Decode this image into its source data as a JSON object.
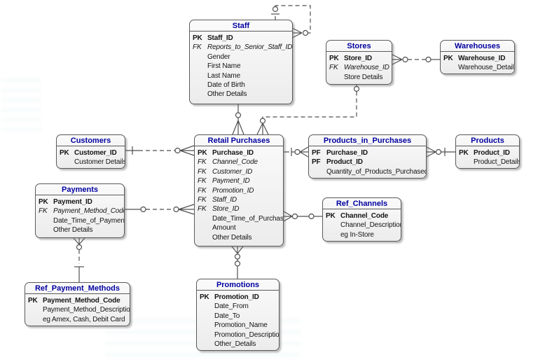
{
  "diagram": {
    "kind": "entity-relationship-diagram",
    "colors": {
      "entity_title": "#0000A0",
      "entity_border": "#5a5a5a",
      "entity_fill": "#f0f0f0",
      "relationship_line": "#4f4f4f",
      "background": "#ffffff"
    }
  },
  "entities": [
    {
      "id": "staff",
      "title": "Staff",
      "rows": [
        {
          "key": "PK",
          "name": "Staff_ID",
          "style": "pk"
        },
        {
          "key": "FK",
          "name": "Reports_to_Senior_Staff_ID",
          "style": "fk"
        },
        {
          "key": "",
          "name": "Gender",
          "style": "plain"
        },
        {
          "key": "",
          "name": "First Name",
          "style": "plain"
        },
        {
          "key": "",
          "name": "Last Name",
          "style": "plain"
        },
        {
          "key": "",
          "name": "Date of Birth",
          "style": "plain"
        },
        {
          "key": "",
          "name": "Other Details",
          "style": "plain"
        }
      ]
    },
    {
      "id": "stores",
      "title": "Stores",
      "rows": [
        {
          "key": "PK",
          "name": "Store_ID",
          "style": "pk"
        },
        {
          "key": "FK",
          "name": "Warehouse_ID",
          "style": "fk"
        },
        {
          "key": "",
          "name": "Store Details",
          "style": "plain"
        }
      ]
    },
    {
      "id": "warehouses",
      "title": "Warehouses",
      "rows": [
        {
          "key": "PK",
          "name": "Warehouse_ID",
          "style": "pk"
        },
        {
          "key": "",
          "name": "Warehouse_Details",
          "style": "plain"
        }
      ]
    },
    {
      "id": "customers",
      "title": "Customers",
      "rows": [
        {
          "key": "PK",
          "name": "Customer_ID",
          "style": "pk"
        },
        {
          "key": "",
          "name": "Customer Details",
          "style": "plain"
        }
      ]
    },
    {
      "id": "retail_purchases",
      "title": "Retail Purchases",
      "rows": [
        {
          "key": "PK",
          "name": "Purchase_ID",
          "style": "pk"
        },
        {
          "key": "FK",
          "name": "Channel_Code",
          "style": "fk"
        },
        {
          "key": "FK",
          "name": "Customer_ID",
          "style": "fk"
        },
        {
          "key": "FK",
          "name": "Payment_ID",
          "style": "fk"
        },
        {
          "key": "FK",
          "name": "Promotion_ID",
          "style": "fk"
        },
        {
          "key": "FK",
          "name": "Staff_ID",
          "style": "fk"
        },
        {
          "key": "FK",
          "name": "Store_ID",
          "style": "fk"
        },
        {
          "key": "",
          "name": "Date_Time_of_Purchase",
          "style": "plain"
        },
        {
          "key": "",
          "name": "Amount",
          "style": "plain"
        },
        {
          "key": "",
          "name": "Other Details",
          "style": "plain"
        }
      ]
    },
    {
      "id": "products_in_purchases",
      "title": "Products_in_Purchases",
      "rows": [
        {
          "key": "PF",
          "name": "Purchase_ID",
          "style": "pk"
        },
        {
          "key": "PF",
          "name": "Product_ID",
          "style": "pk"
        },
        {
          "key": "",
          "name": "Quantity_of_Products_Purchased",
          "style": "plain"
        }
      ]
    },
    {
      "id": "products",
      "title": "Products",
      "rows": [
        {
          "key": "PK",
          "name": "Product_ID",
          "style": "pk"
        },
        {
          "key": "",
          "name": "Product_Details",
          "style": "plain"
        }
      ]
    },
    {
      "id": "payments",
      "title": "Payments",
      "rows": [
        {
          "key": "PK",
          "name": "Payment_ID",
          "style": "pk"
        },
        {
          "key": "FK",
          "name": "Payment_Method_Code",
          "style": "fk"
        },
        {
          "key": "",
          "name": "Date_Time_of_Payment",
          "style": "plain"
        },
        {
          "key": "",
          "name": "Other Details",
          "style": "plain"
        }
      ]
    },
    {
      "id": "ref_channels",
      "title": "Ref_Channels",
      "rows": [
        {
          "key": "PK",
          "name": "Channel_Code",
          "style": "pk"
        },
        {
          "key": "",
          "name": "Channel_Description",
          "style": "plain"
        },
        {
          "key": "",
          "name": "eg In-Store",
          "style": "plain"
        }
      ]
    },
    {
      "id": "ref_payment_methods",
      "title": "Ref_Payment_Methods",
      "rows": [
        {
          "key": "PK",
          "name": "Payment_Method_Code",
          "style": "pk"
        },
        {
          "key": "",
          "name": "Payment_Method_Description",
          "style": "plain"
        },
        {
          "key": "",
          "name": "eg Amex, Cash, Debit Card",
          "style": "plain"
        }
      ]
    },
    {
      "id": "promotions",
      "title": "Promotions",
      "rows": [
        {
          "key": "PK",
          "name": "Promotion_ID",
          "style": "pk"
        },
        {
          "key": "",
          "name": "Date_From",
          "style": "plain"
        },
        {
          "key": "",
          "name": "Date_To",
          "style": "plain"
        },
        {
          "key": "",
          "name": "Promotion_Name",
          "style": "plain"
        },
        {
          "key": "",
          "name": "Promotion_Description",
          "style": "plain"
        },
        {
          "key": "",
          "name": "Other_Details",
          "style": "plain"
        }
      ]
    }
  ],
  "relationships": [
    {
      "from": "staff",
      "to": "staff",
      "from_symbol": "zero-or-one",
      "to_symbol": "zero-or-many",
      "line": "dashed"
    },
    {
      "from": "staff",
      "to": "retail_purchases",
      "from_symbol": "plain",
      "to_symbol": "zero-or-many",
      "line": "solid"
    },
    {
      "from": "stores",
      "to": "retail_purchases",
      "from_symbol": "zero",
      "to_symbol": "zero-or-many",
      "line": "dashed"
    },
    {
      "from": "warehouses",
      "to": "stores",
      "from_symbol": "zero",
      "to_symbol": "zero-or-many",
      "line": "dashed"
    },
    {
      "from": "customers",
      "to": "retail_purchases",
      "from_symbol": "one",
      "to_symbol": "zero-or-many",
      "line": "dashed"
    },
    {
      "from": "payments",
      "to": "retail_purchases",
      "from_symbol": "zero",
      "to_symbol": "zero-or-many",
      "line": "dashed"
    },
    {
      "from": "retail_purchases",
      "to": "products_in_purchases",
      "from_symbol": "one",
      "to_symbol": "zero-or-many",
      "line": "solid"
    },
    {
      "from": "products",
      "to": "products_in_purchases",
      "from_symbol": "one",
      "to_symbol": "zero-or-many",
      "line": "solid"
    },
    {
      "from": "ref_channels",
      "to": "retail_purchases",
      "from_symbol": "zero",
      "to_symbol": "zero-or-many",
      "line": "solid"
    },
    {
      "from": "promotions",
      "to": "retail_purchases",
      "from_symbol": "zero",
      "to_symbol": "zero-or-many",
      "line": "solid"
    },
    {
      "from": "ref_payment_methods",
      "to": "payments",
      "from_symbol": "one",
      "to_symbol": "zero-or-many",
      "line": "dashed"
    }
  ]
}
